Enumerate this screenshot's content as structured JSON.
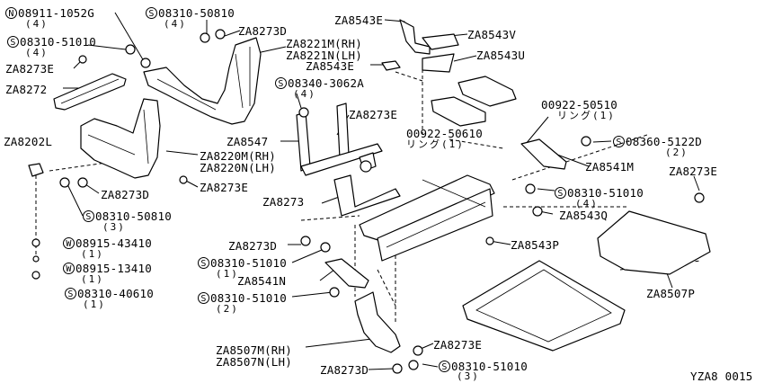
{
  "diagram_code": "YZA8 0015",
  "symbols": {
    "S": "S",
    "N": "N",
    "W": "W"
  },
  "labels": {
    "n08911": {
      "code": "08911-1052G",
      "qty": "(4)"
    },
    "s08310_50810_top": {
      "code": "08310-50810",
      "qty": "(4)"
    },
    "s08310_51010_left": {
      "code": "08310-51010",
      "qty": "(4)"
    },
    "za8273e_left": "ZA8273E",
    "za8272": "ZA8272",
    "za8273d_top": "ZA8273D",
    "za8221m": "ZA8221M(RH)",
    "za8221n": "ZA8221N(LH)",
    "za8543e_top": "ZA8543E",
    "za8543v": "ZA8543V",
    "za8543e_mid": "ZA8543E",
    "za8543u": "ZA8543U",
    "s08340": {
      "code": "08340-3062A",
      "qty": "(4)"
    },
    "p00922_50510": {
      "code": "00922-50510",
      "sub": "リング(1)"
    },
    "za8273e_center": "ZA8273E",
    "za8547": "ZA8547",
    "p00922_50610": {
      "code": "00922-50610",
      "sub": "リング(1)"
    },
    "s08360": {
      "code": "08360-5122D",
      "qty": "(2)"
    },
    "za8202l": "ZA8202L",
    "za8220m": "ZA8220M(RH)",
    "za8220n": "ZA8220N(LH)",
    "za8541m": "ZA8541M",
    "za8273e_right": "ZA8273E",
    "za8273d_left": "ZA8273D",
    "za8273e_mid": "ZA8273E",
    "s08310_51010_right": {
      "code": "08310-51010",
      "qty": "(4)"
    },
    "za8273": "ZA8273",
    "s08310_50810_left": {
      "code": "08310-50810",
      "qty": "(3)"
    },
    "za8543q": "ZA8543Q",
    "w08915_43410": {
      "code": "08915-43410",
      "qty": "(1)"
    },
    "za8273d_center": "ZA8273D",
    "za8543p": "ZA8543P",
    "w08915_13410": {
      "code": "08915-13410",
      "qty": "(1)"
    },
    "s08310_51010_center": {
      "code": "08310-51010",
      "qty": "(1)"
    },
    "s08310_40610": {
      "code": "08310-40610",
      "qty": "(1)"
    },
    "za8541n": "ZA8541N",
    "za8507p": "ZA8507P",
    "s08310_51010_lower": {
      "code": "08310-51010",
      "qty": "(2)"
    },
    "za8507m": "ZA8507M(RH)",
    "za8507n": "ZA8507N(LH)",
    "za8273e_bottom": "ZA8273E",
    "za8273d_bottom": "ZA8273D",
    "s08310_51010_bottom": {
      "code": "08310-51010",
      "qty": "(3)"
    }
  }
}
